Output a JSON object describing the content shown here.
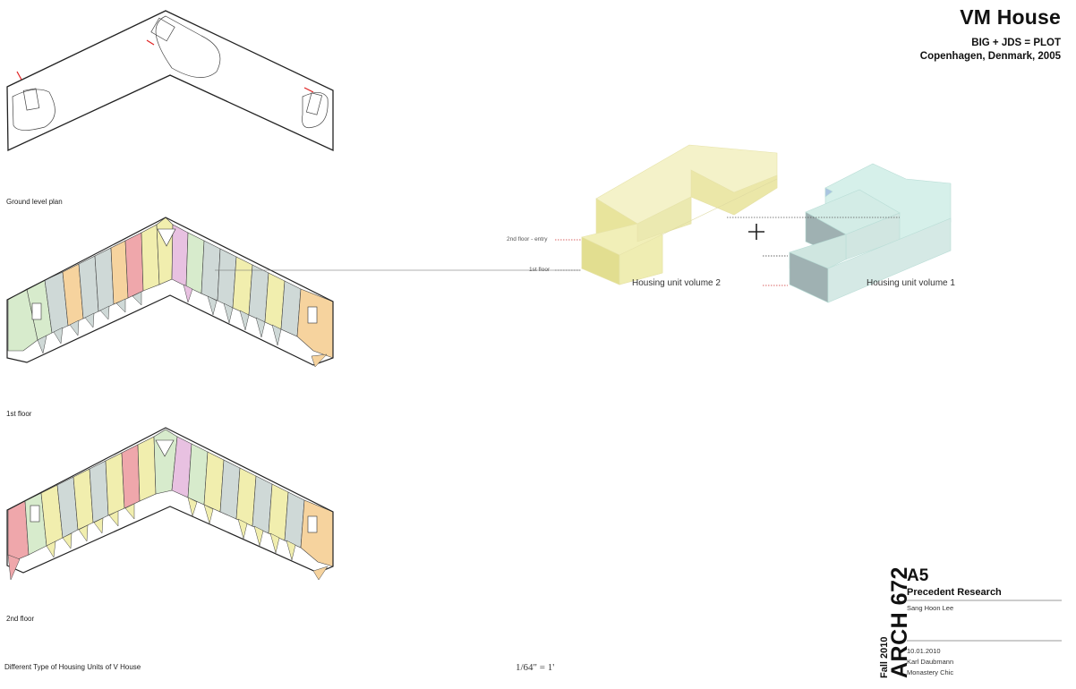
{
  "header": {
    "title": "VM House",
    "architects": "BIG + JDS = PLOT",
    "location": "Copenhagen, Denmark, 2005"
  },
  "plans": {
    "ground_label": "Ground level plan",
    "first_label": "1st floor",
    "second_label": "2nd floor",
    "caption": "Different Type of Housing Units of V House"
  },
  "diagram": {
    "volume_2_label": "Housing unit volume 2",
    "volume_1_label": "Housing unit volume 1",
    "leader_entry": "2nd floor - entry",
    "leader_first": "1st floor",
    "plus_sign": "+"
  },
  "scale": "1/64\" = 1'",
  "title_block": {
    "term": "Fall 2010",
    "course": "ARCH 672",
    "assignment": "A5",
    "assignment_name": "Precedent Research",
    "student": "Sang Hoon Lee",
    "date": "10.01.2010",
    "instructor": "Karl Daubmann",
    "studio": "Monastery Chic"
  },
  "colors": {
    "yellow": "#f1eeae",
    "grey": "#cfd9d7",
    "green": "#d7ebcc",
    "pink": "#efa7ab",
    "orange": "#f6d39e",
    "magenta": "#e8c1e1",
    "volume_2": "#f1efb8",
    "volume_1": "#cbe9e3"
  }
}
